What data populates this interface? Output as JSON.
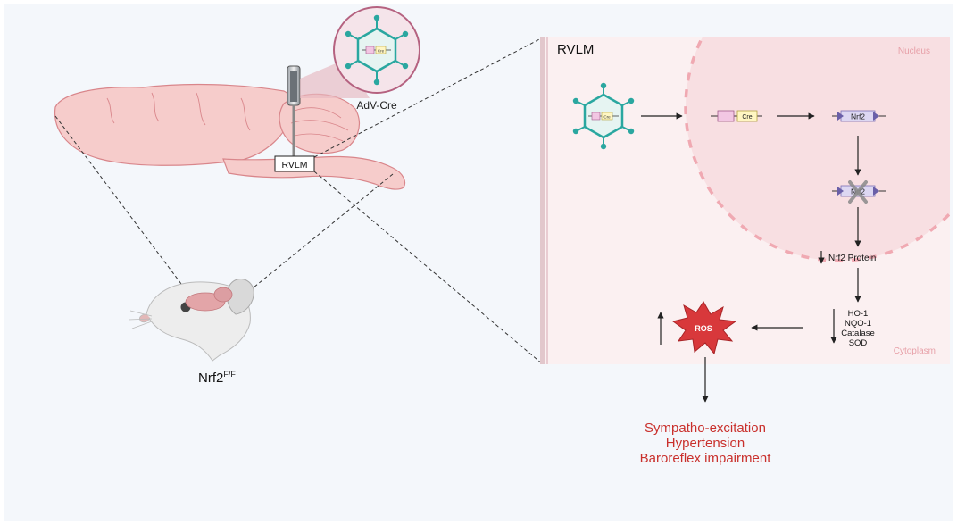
{
  "labels": {
    "vector": "AdV-Cre",
    "region_box": "RVLM",
    "panel_title": "RVLM",
    "nucleus": "Nucleus",
    "cytoplasm": "Cytoplasm",
    "cre": "Cre",
    "gene": "Nrf2",
    "gene_deleted": "Nrf2",
    "protein": "Nrf2 Protein",
    "ros": "ROS",
    "mouse_genotype_base": "Nrf2",
    "mouse_genotype_sup": "F/F"
  },
  "enzymes": [
    "HO-1",
    "NQO-1",
    "Catalase",
    "SOD"
  ],
  "outcomes": [
    "Sympatho-excitation",
    "Hypertension",
    "Baroreflex impairment"
  ],
  "colors": {
    "figure_bg": "#f4f7fb",
    "panel_bg": "#fbf0f1",
    "nucleus": "#f8dfe2",
    "nucleus_border": "#f0a9b2",
    "brain": "#f6cccb",
    "brain_outline": "#d9868b",
    "virus": "#2aa7a0",
    "ros": "#d8383b",
    "outcome_text": "#c9302c",
    "muted_label": "#e7a0a8"
  }
}
